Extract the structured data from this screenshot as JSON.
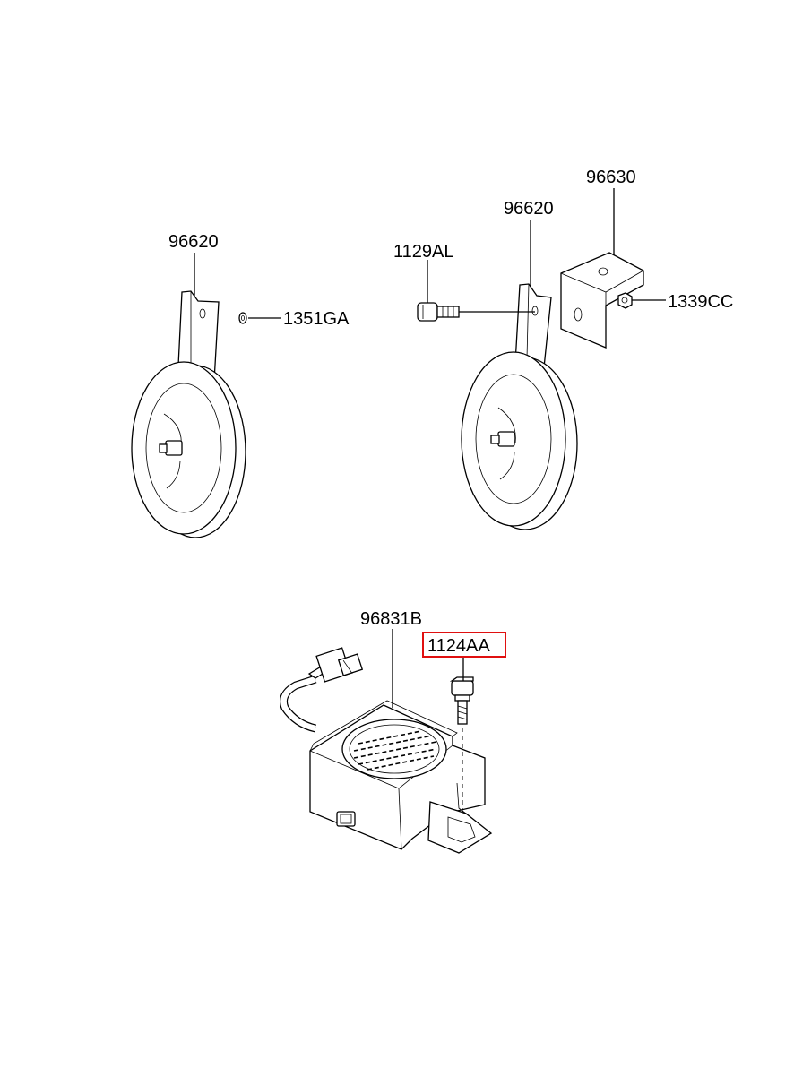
{
  "labels": {
    "left_horn": "96620",
    "left_washer": "1351GA",
    "right_bolt": "1129AL",
    "right_horn": "96620",
    "bracket": "96630",
    "right_nut": "1339CC",
    "sensor_unit": "96831B",
    "sensor_bolt": "1124AA"
  },
  "highlight": {
    "part": "1124AA",
    "color": "#e01010"
  }
}
